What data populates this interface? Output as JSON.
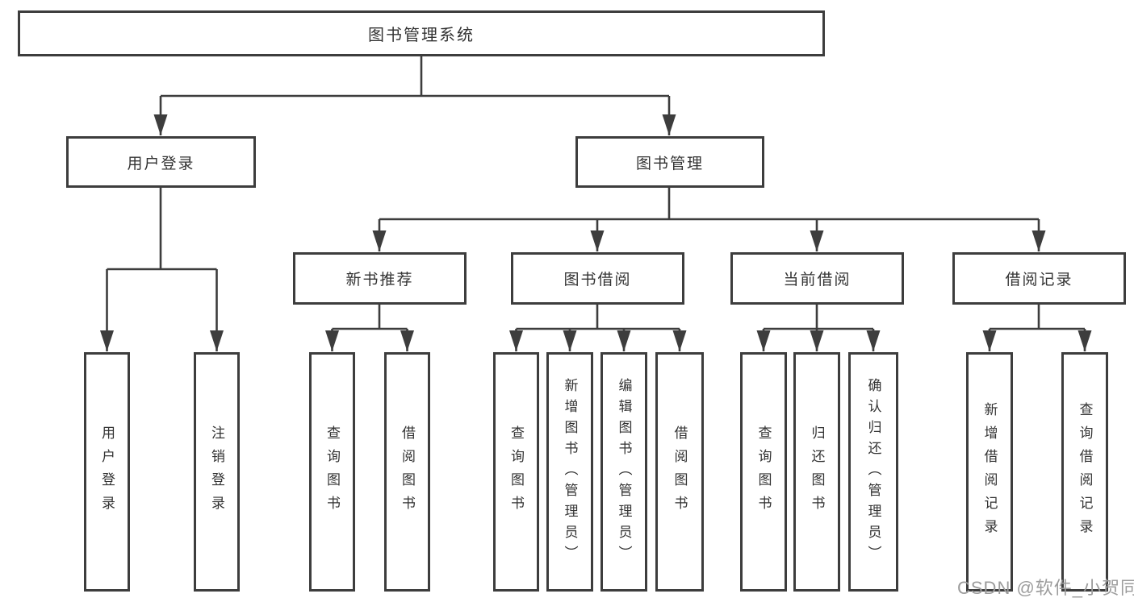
{
  "tree": {
    "label": "图书管理系统",
    "children": [
      {
        "label": "用户登录",
        "children": [
          {
            "label": "用户登录"
          },
          {
            "label": "注销登录"
          }
        ]
      },
      {
        "label": "图书管理",
        "children": [
          {
            "label": "新书推荐",
            "children": [
              {
                "label": "查询图书"
              },
              {
                "label": "借阅图书"
              }
            ]
          },
          {
            "label": "图书借阅",
            "children": [
              {
                "label": "查询图书"
              },
              {
                "label": "新增图书（管理员）"
              },
              {
                "label": "编辑图书（管理员）"
              },
              {
                "label": "借阅图书"
              }
            ]
          },
          {
            "label": "当前借阅",
            "children": [
              {
                "label": "查询图书"
              },
              {
                "label": "归还图书"
              },
              {
                "label": "确认归还（管理员）"
              }
            ]
          },
          {
            "label": "借阅记录",
            "children": [
              {
                "label": "新增借阅记录"
              },
              {
                "label": "查询借阅记录"
              }
            ]
          }
        ]
      }
    ]
  },
  "watermark": {
    "text": "CSDN @软件_小贺同学"
  },
  "colors": {
    "line": "#3d3d3d",
    "box_border": "#3d3d3d",
    "text": "#333333",
    "watermark": "#9c9c9c",
    "background": "#ffffff"
  }
}
